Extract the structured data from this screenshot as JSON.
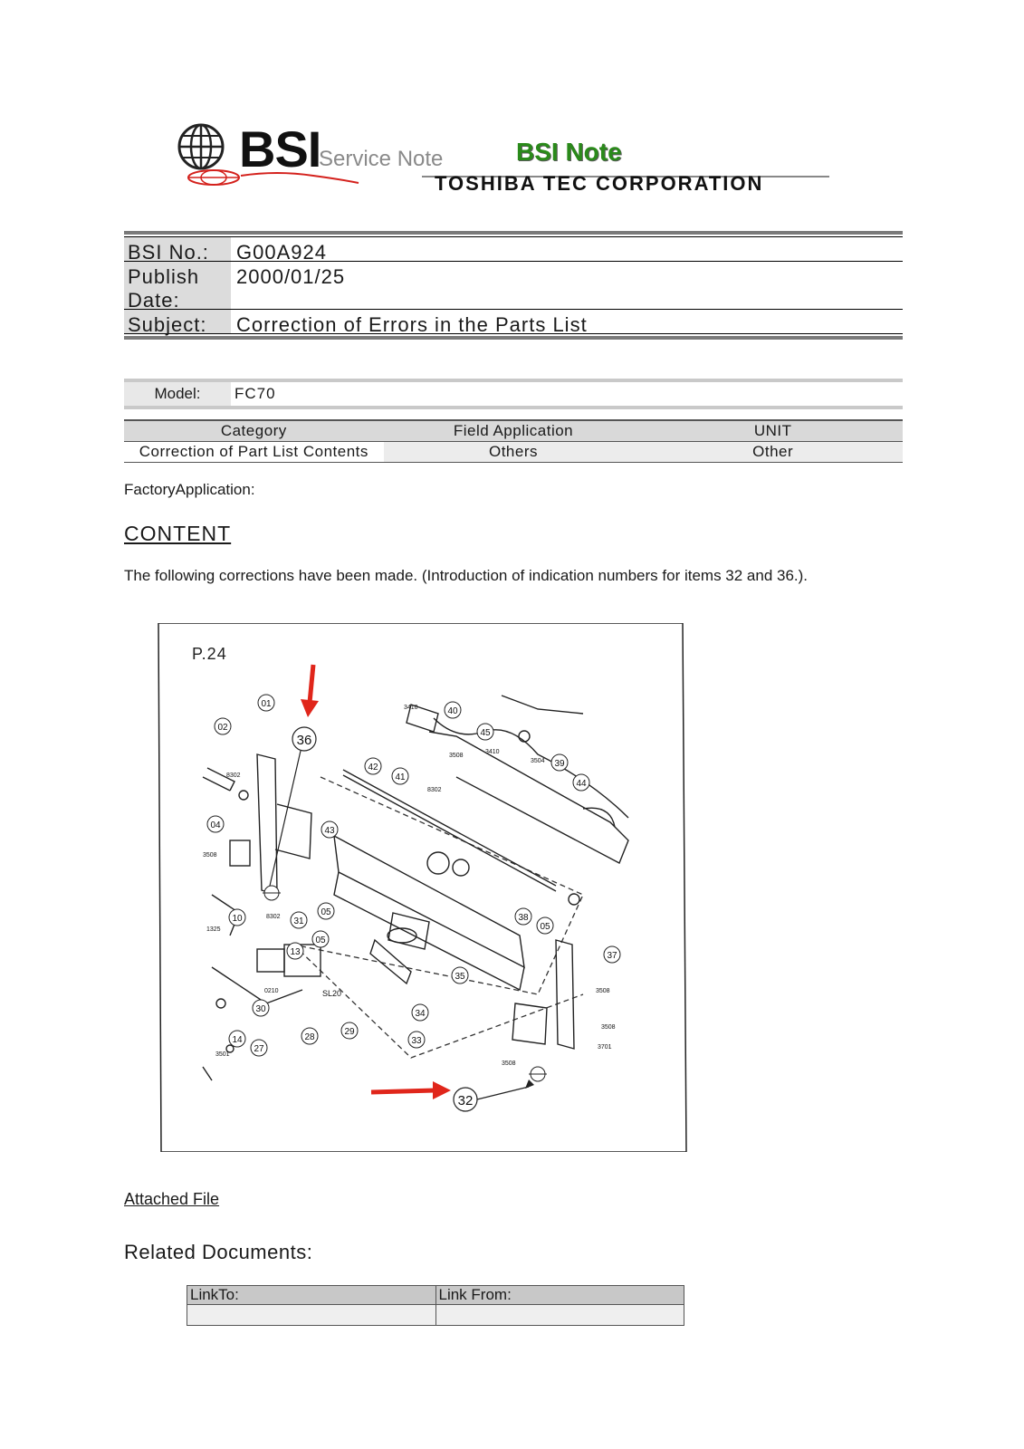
{
  "header": {
    "logo_main": "BSI",
    "logo_sub": "Service Note",
    "logo_badge": "BSI Note",
    "company": "TOSHIBA TEC CORPORATION"
  },
  "info": {
    "bsi_no_label": "BSI No.:",
    "bsi_no_value": "G00A924",
    "publish_label_1": "Publish",
    "publish_label_2": "Date:",
    "publish_value": "2000/01/25",
    "subject_label": "Subject:",
    "subject_value": "Correction of Errors in the Parts List"
  },
  "model": {
    "label": "Model:",
    "value": "FC70"
  },
  "category_table": {
    "headers": [
      "Category",
      "Field Application",
      "UNIT"
    ],
    "values": [
      "Correction of Part List Contents",
      "Others",
      "Other"
    ]
  },
  "factory_application": "FactoryApplication:",
  "content": {
    "heading": "CONTENT",
    "text": "The following corrections have been made. (Introduction of indication numbers for items 32 and 36.)."
  },
  "figure": {
    "page_label": "P.24",
    "callouts": [
      "01",
      "02",
      "04",
      "10",
      "13",
      "14",
      "27",
      "28",
      "29",
      "30",
      "31",
      "33",
      "34",
      "35",
      "37",
      "38",
      "39",
      "40",
      "41",
      "42",
      "43",
      "44",
      "45",
      "05",
      "36",
      "32"
    ],
    "part_codes": [
      "3410",
      "3508",
      "3504",
      "8302",
      "3501",
      "3701",
      "0210",
      "1325",
      "SL20"
    ],
    "highlight_36": "36",
    "highlight_32": "32",
    "arrow_color": "#e0261b"
  },
  "attached_file": "Attached File",
  "related": {
    "heading": "Related Documents:",
    "col_link_to": "LinkTo:",
    "col_link_from": "Link From:"
  }
}
